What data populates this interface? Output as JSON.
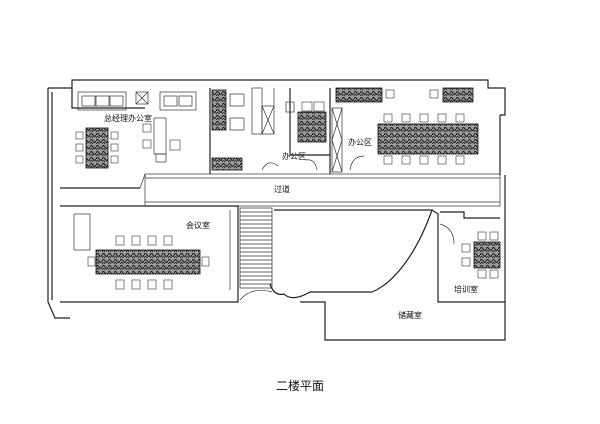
{
  "floor_title": "二楼平面",
  "rooms": {
    "gm_office": "总经理办公室",
    "office_a": "办公区",
    "office_b": "办公区",
    "corridor": "过道",
    "meeting": "会议室",
    "training": "培训室",
    "storage": "储藏室"
  }
}
